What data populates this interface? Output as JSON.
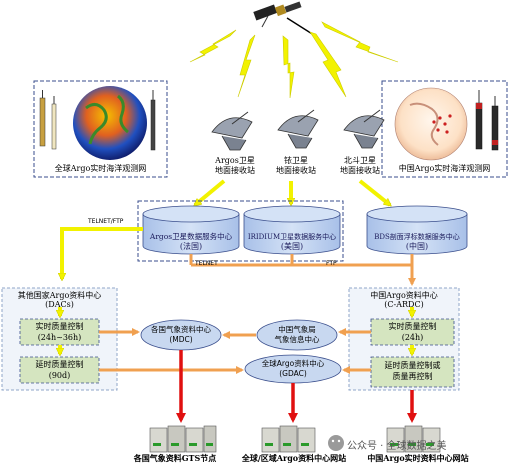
{
  "networks": {
    "global": "全球Argo实时海洋观测网",
    "china": "中国Argo实时海洋观测网"
  },
  "stations": [
    {
      "line1": "Argos卫星",
      "line2": "地面接收站"
    },
    {
      "line1": "铱卫星",
      "line2": "地面接收站"
    },
    {
      "line1": "北斗卫星",
      "line2": "地面接收站"
    }
  ],
  "services": [
    {
      "line1": "Argos卫星数据服务中心",
      "line2": "(法国)"
    },
    {
      "line1": "IRIDIUM卫星数据服务中心",
      "line2": "(美国)"
    },
    {
      "line1": "BDS剖面浮标数据服务中心",
      "line2": "(中国)"
    }
  ],
  "links": {
    "telnet_ftp": "TELNET/FTP",
    "telnet": "TELNET",
    "ftp": "FTP"
  },
  "dac": {
    "title": "其他国家Argo资料中心",
    "subtitle": "(DACs)",
    "realtime_l1": "实时质量控制",
    "realtime_l2": "(24h~36h)",
    "delayed_l1": "延时质量控制",
    "delayed_l2": "(90d)"
  },
  "cardc": {
    "title": "中国Argo资料中心",
    "subtitle": "(C-ARDC)",
    "realtime_l1": "实时质量控制",
    "realtime_l2": "(24h)",
    "delayed_l1": "延时质量控制或",
    "delayed_l2": "质量再控制"
  },
  "centers": {
    "mdc_l1": "各国气象资料中心",
    "mdc_l2": "(MDC)",
    "cma_l1": "中国气象局",
    "cma_l2": "气象信息中心",
    "gdac_l1": "全球Argo资料中心",
    "gdac_l2": "(GDAC)"
  },
  "outputs": {
    "gts": "各国气象资料GTS节点",
    "global": "全球/区域Argo资料中心网站",
    "china": "中国Argo实时资料中心网站"
  },
  "watermark": "公众号 · 全球数据之美",
  "colors": {
    "yellow": "#f2f200",
    "orange": "#f0a050",
    "red": "#e01010",
    "cyl_fill": "#bcd0ee",
    "ellipse_fill": "#c8d8f0",
    "box_green": "#d5e5c0",
    "panel_fill": "#f0f4fa",
    "dash": "#3a4e8c"
  }
}
